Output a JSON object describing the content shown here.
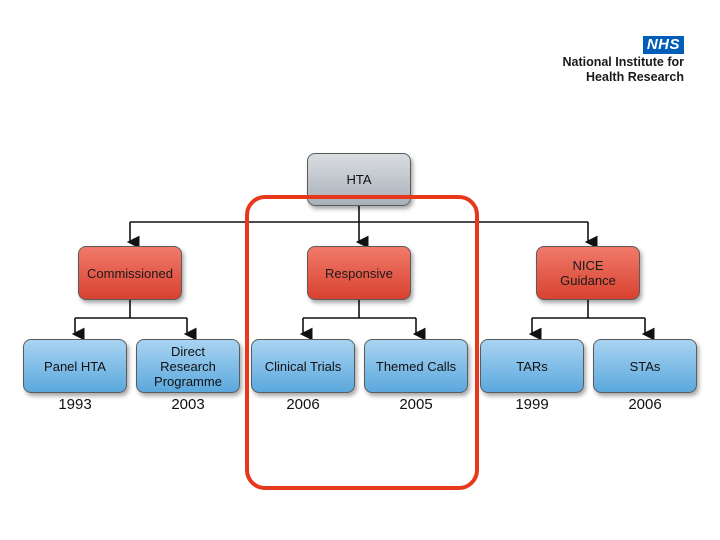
{
  "logo": {
    "badge": "NHS",
    "line1": "National Institute for",
    "line2": "Health Research"
  },
  "tree": {
    "root": "HTA",
    "level1": {
      "commissioned": "Commissioned",
      "responsive": "Responsive",
      "nice": "NICE\nGuidance"
    },
    "leaves": [
      {
        "label": "Panel HTA",
        "year": "1993"
      },
      {
        "label": "Direct\nResearch\nProgramme",
        "year": "2003"
      },
      {
        "label": "Clinical Trials",
        "year": "2006"
      },
      {
        "label": "Themed Calls",
        "year": "2005"
      },
      {
        "label": "TARs",
        "year": "1999"
      },
      {
        "label": "STAs",
        "year": "2006"
      }
    ]
  },
  "colors": {
    "root": "#b8bfc6",
    "level1": "#e4533f",
    "leaf": "#7dbce6",
    "highlight": "#e8381b",
    "nhs_blue": "#005eb8"
  }
}
